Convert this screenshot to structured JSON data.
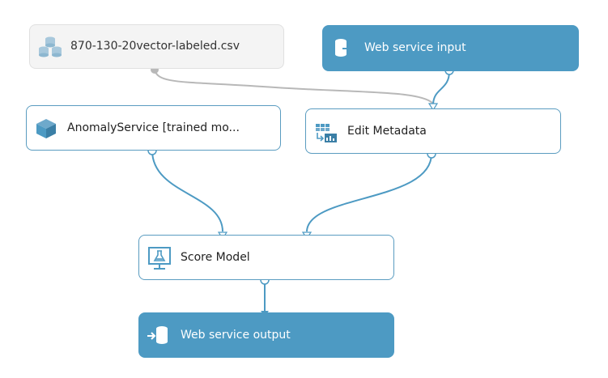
{
  "nodes": {
    "dataset": {
      "label": "870-130-20vector-labeled.csv",
      "icon": "dataset-icon"
    },
    "web_service_input": {
      "label": "Web service input",
      "icon": "web-service-input-icon"
    },
    "anomaly_service": {
      "label": "AnomalyService [trained mo...",
      "icon": "trained-model-icon"
    },
    "edit_metadata": {
      "label": "Edit Metadata",
      "icon": "edit-metadata-icon"
    },
    "score_model": {
      "label": "Score Model",
      "icon": "score-model-icon"
    },
    "web_service_output": {
      "label": "Web service output",
      "icon": "web-service-output-icon"
    }
  },
  "colors": {
    "connector": "#4d9ac3",
    "disabled_connector": "#b8b8b8",
    "service_fill": "#4d9ac3",
    "module_border": "#5a9cc0"
  }
}
